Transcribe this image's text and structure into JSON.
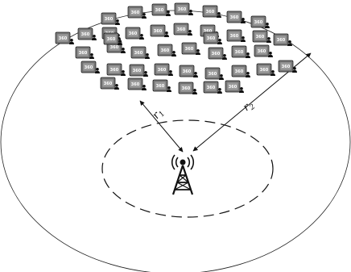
{
  "figure": {
    "colors": {
      "stroke": "#111111",
      "device_body": "#7f7f7f",
      "device_screen": "#9a9a9a",
      "background": "#ffffff"
    }
  },
  "labels": {
    "r1_main": "r",
    "r1_sub": "1",
    "r2_main": "r",
    "r2_sub": "2"
  },
  "device": {
    "badge_text": "360",
    "icon": "vr-headset-icon",
    "user_icon": "user-icon",
    "count": 42
  },
  "base_station": {
    "icon": "cell-tower-icon"
  }
}
